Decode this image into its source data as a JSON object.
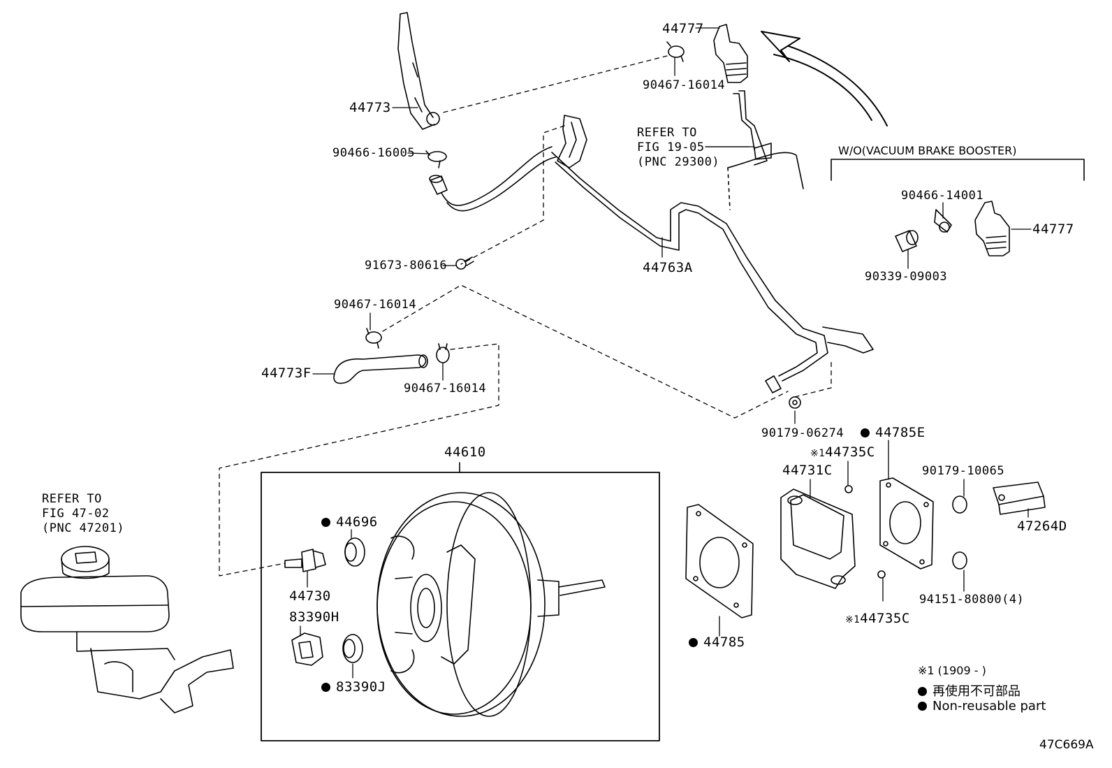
{
  "diagram_id": "47C669A",
  "section_header": "W/O(VACUUM BRAKE BOOSTER)",
  "references": {
    "top": {
      "line1": "REFER TO",
      "line2": "FIG 19-05",
      "line3": "(PNC 29300)"
    },
    "left": {
      "line1": "REFER TO",
      "line2": "FIG 47-02",
      "line3": "(PNC 47201)"
    }
  },
  "parts": {
    "p44777_top": "44777",
    "p90467_16014_top": "90467-16014",
    "p44773": "44773",
    "p90466_16005": "90466-16005",
    "p91673_80616": "91673-80616",
    "p44763A": "44763A",
    "p90467_16014_mid": "90467-16014",
    "p44773F": "44773F",
    "p90467_16014_low": "90467-16014",
    "p90179_06274": "90179-06274",
    "p90466_14001": "90466-14001",
    "p44777_right": "44777",
    "p90339_09003": "90339-09003",
    "p44610": "44610",
    "p44696": "44696",
    "p44730": "44730",
    "p83390H": "83390H",
    "p83390J": "83390J",
    "p44785E": "44785E",
    "p44735C_top": "44735C",
    "p44731C": "44731C",
    "p90179_10065": "90179-10065",
    "p47264D": "47264D",
    "p94151_80800": "94151-80800(4)",
    "p44735C_bottom": "44735C",
    "p44785": "44785"
  },
  "markers": {
    "kome1": "※1"
  },
  "legend": {
    "note1": "※1 (1909 -      )",
    "note2": "再使用不可部品",
    "note3": "Non-reusable part"
  },
  "icons": [
    "non-reusable-dot-icon",
    "kome-mark"
  ],
  "colors": {
    "ink": "#000000",
    "background": "#ffffff"
  }
}
